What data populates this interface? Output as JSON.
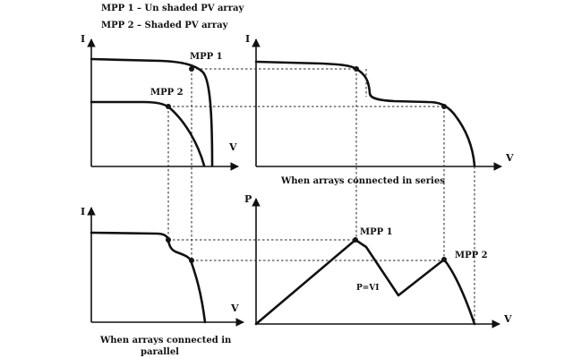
{
  "legend": {
    "line1": "MPP 1 – Un shaded PV array",
    "line2": "MPP 2 – Shaded PV array"
  },
  "panels": {
    "top_left": {
      "y_axis": "I",
      "x_axis": "V",
      "mpp1": "MPP 1",
      "mpp2": "MPP 2"
    },
    "top_right": {
      "y_axis": "I",
      "x_axis": "V",
      "caption": "When arrays connected in series"
    },
    "bottom_left": {
      "y_axis": "I",
      "x_axis": "V",
      "caption_line1": "When arrays connected in",
      "caption_line2": "parallel"
    },
    "bottom_right": {
      "y_axis": "P",
      "x_axis": "V",
      "mpp1": "MPP 1",
      "mpp2": "MPP 2",
      "curve_label": "P=VI"
    }
  }
}
